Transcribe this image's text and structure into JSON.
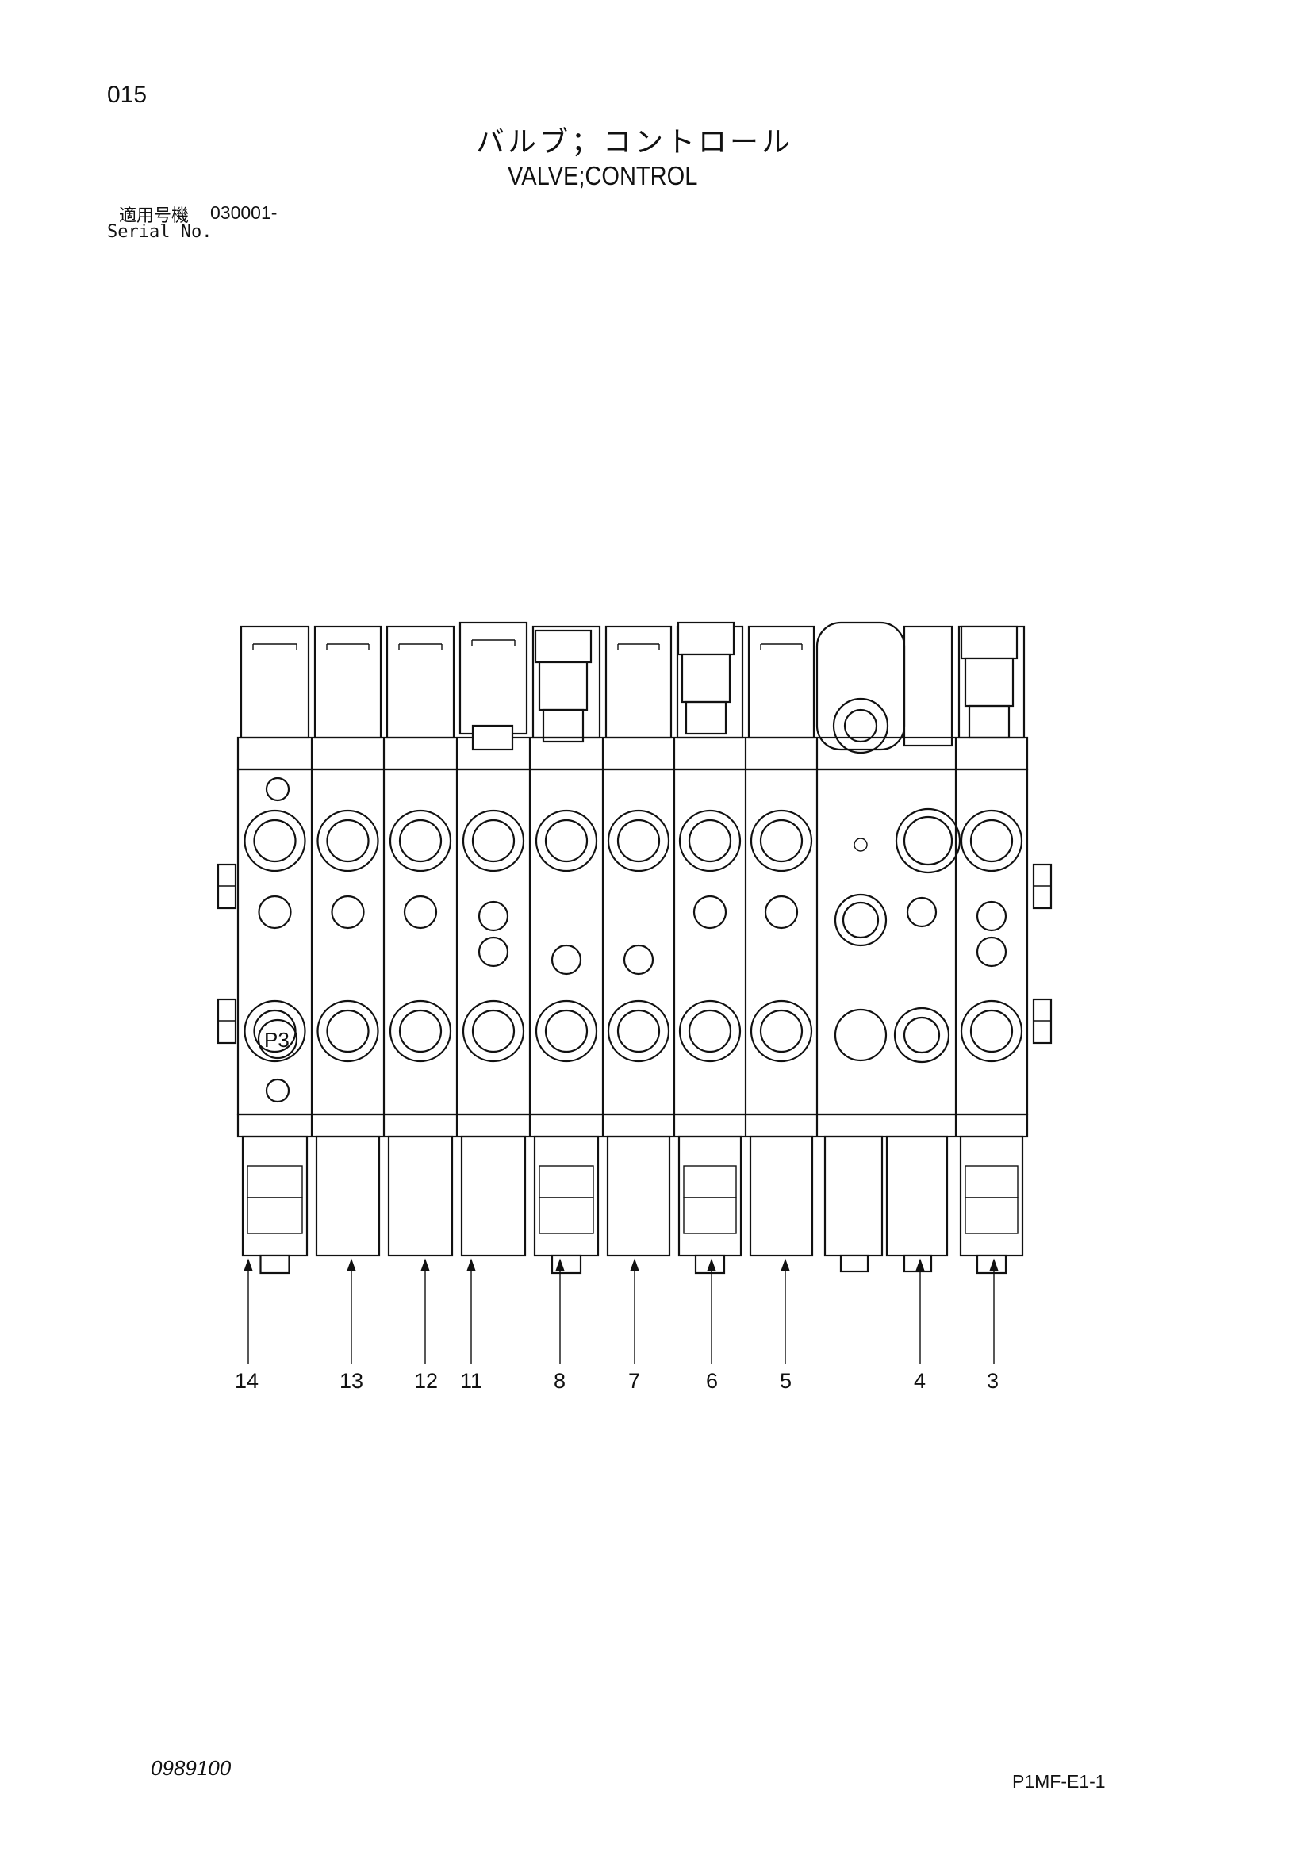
{
  "header": {
    "page_number": "015",
    "title_jp": "バルブ；コントロール",
    "title_en": "VALVE;CONTROL",
    "serial_label_jp": "適用号機",
    "serial_value": "030001-",
    "serial_label_en": "Serial No."
  },
  "diagram": {
    "port_label": "P3",
    "callouts": [
      "14",
      "13",
      "12",
      "11",
      "8",
      "7",
      "6",
      "5",
      "4",
      "3"
    ]
  },
  "footer": {
    "doc_code": "0989100",
    "page_code": "P1MF-E1-1"
  }
}
